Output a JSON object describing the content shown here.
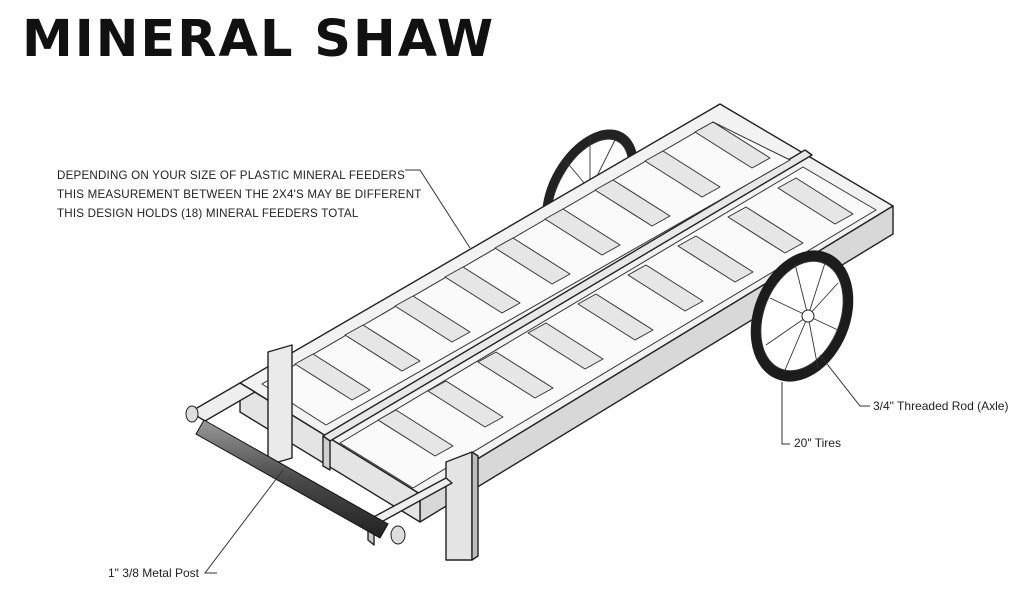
{
  "title": "MINERAL SHAW",
  "note": {
    "line1": "DEPENDING ON YOUR SIZE OF  PLASTIC MINERAL FEEDERS",
    "line2": "THIS MEASUREMENT BETWEEN THE 2X4'S MAY BE DIFFERENT",
    "line3": "THIS DESIGN HOLDS (18) MINERAL FEEDERS TOTAL"
  },
  "labels": {
    "axle": "3/4\" Threaded Rod (Axle)",
    "tires": "20\" Tires",
    "post": "1\" 3/8 Metal Post"
  }
}
